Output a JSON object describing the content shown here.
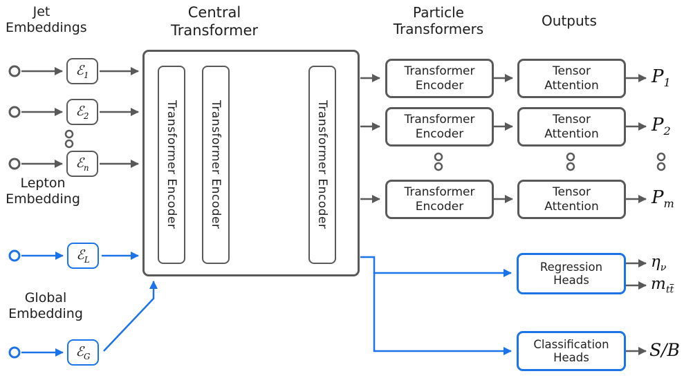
{
  "colors": {
    "box_gray": "#595959",
    "accent_blue": "#1a73e8",
    "text_dark": "#1d1d1d"
  },
  "jet": {
    "title": "Jet Embeddings",
    "embeddings": [
      {
        "symbol": "ℰ",
        "sub": "1"
      },
      {
        "symbol": "ℰ",
        "sub": "2"
      },
      {
        "symbol": "ℰ",
        "sub": "n"
      }
    ]
  },
  "lepton": {
    "title": "Lepton Embedding",
    "embedding": {
      "symbol": "ℰ",
      "sub": "L"
    }
  },
  "global": {
    "title": "Global Embedding",
    "embedding": {
      "symbol": "ℰ",
      "sub": "G"
    }
  },
  "central": {
    "title": "Central Transformer",
    "encoder": "Transformer Encoder"
  },
  "particle": {
    "title": "Particle Transformers",
    "encoder": "Transformer Encoder"
  },
  "outputs": {
    "title": "Outputs",
    "attention": "Tensor Attention",
    "labels": [
      {
        "symbol": "P",
        "sub": "1"
      },
      {
        "symbol": "P",
        "sub": "2"
      },
      {
        "symbol": "P",
        "sub": "m"
      }
    ]
  },
  "heads": {
    "regression": {
      "label": "Regression Heads",
      "outputs": [
        {
          "main": "η",
          "sub": "ν"
        },
        {
          "main": "m",
          "sub": "t",
          "sub_bar": "t"
        }
      ]
    },
    "classification": {
      "label": "Classification Heads",
      "output": "S/B"
    }
  }
}
